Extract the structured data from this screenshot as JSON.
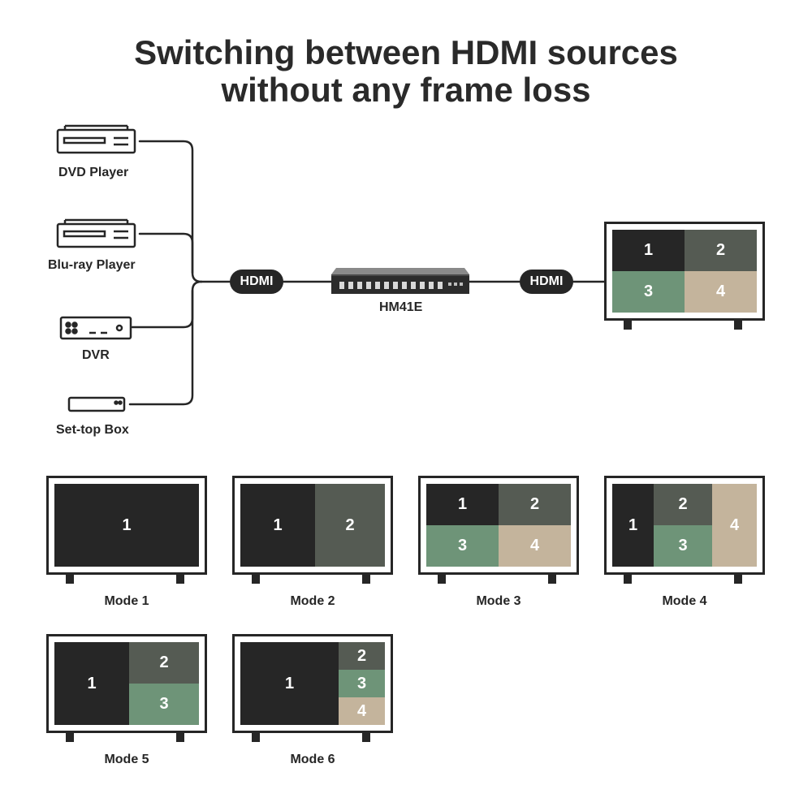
{
  "title": {
    "line1": "Switching between HDMI sources",
    "line2": "without any frame loss"
  },
  "sources": [
    {
      "label": "DVD Player",
      "icon": "dvd-player-icon"
    },
    {
      "label": "Blu-ray Player",
      "icon": "bluray-player-icon"
    },
    {
      "label": "DVR",
      "icon": "dvr-icon"
    },
    {
      "label": "Set-top Box",
      "icon": "set-top-box-icon"
    }
  ],
  "connection": {
    "input_label": "HDMI",
    "output_label": "HDMI",
    "device_label": "HM41E"
  },
  "output_screen": {
    "cells": [
      "1",
      "2",
      "3",
      "4"
    ]
  },
  "modes": [
    {
      "label": "Mode 1",
      "cells": [
        "1"
      ]
    },
    {
      "label": "Mode 2",
      "cells": [
        "1",
        "2"
      ]
    },
    {
      "label": "Mode 3",
      "cells": [
        "1",
        "2",
        "3",
        "4"
      ]
    },
    {
      "label": "Mode 4",
      "cells": [
        "1",
        "2",
        "3",
        "4"
      ]
    },
    {
      "label": "Mode 5",
      "cells": [
        "1",
        "2",
        "3"
      ]
    },
    {
      "label": "Mode 6",
      "cells": [
        "1",
        "2",
        "3",
        "4"
      ]
    }
  ],
  "colors": {
    "dark": "#262626",
    "grey": "#555b53",
    "green": "#6e9478",
    "beige": "#c4b49c"
  }
}
